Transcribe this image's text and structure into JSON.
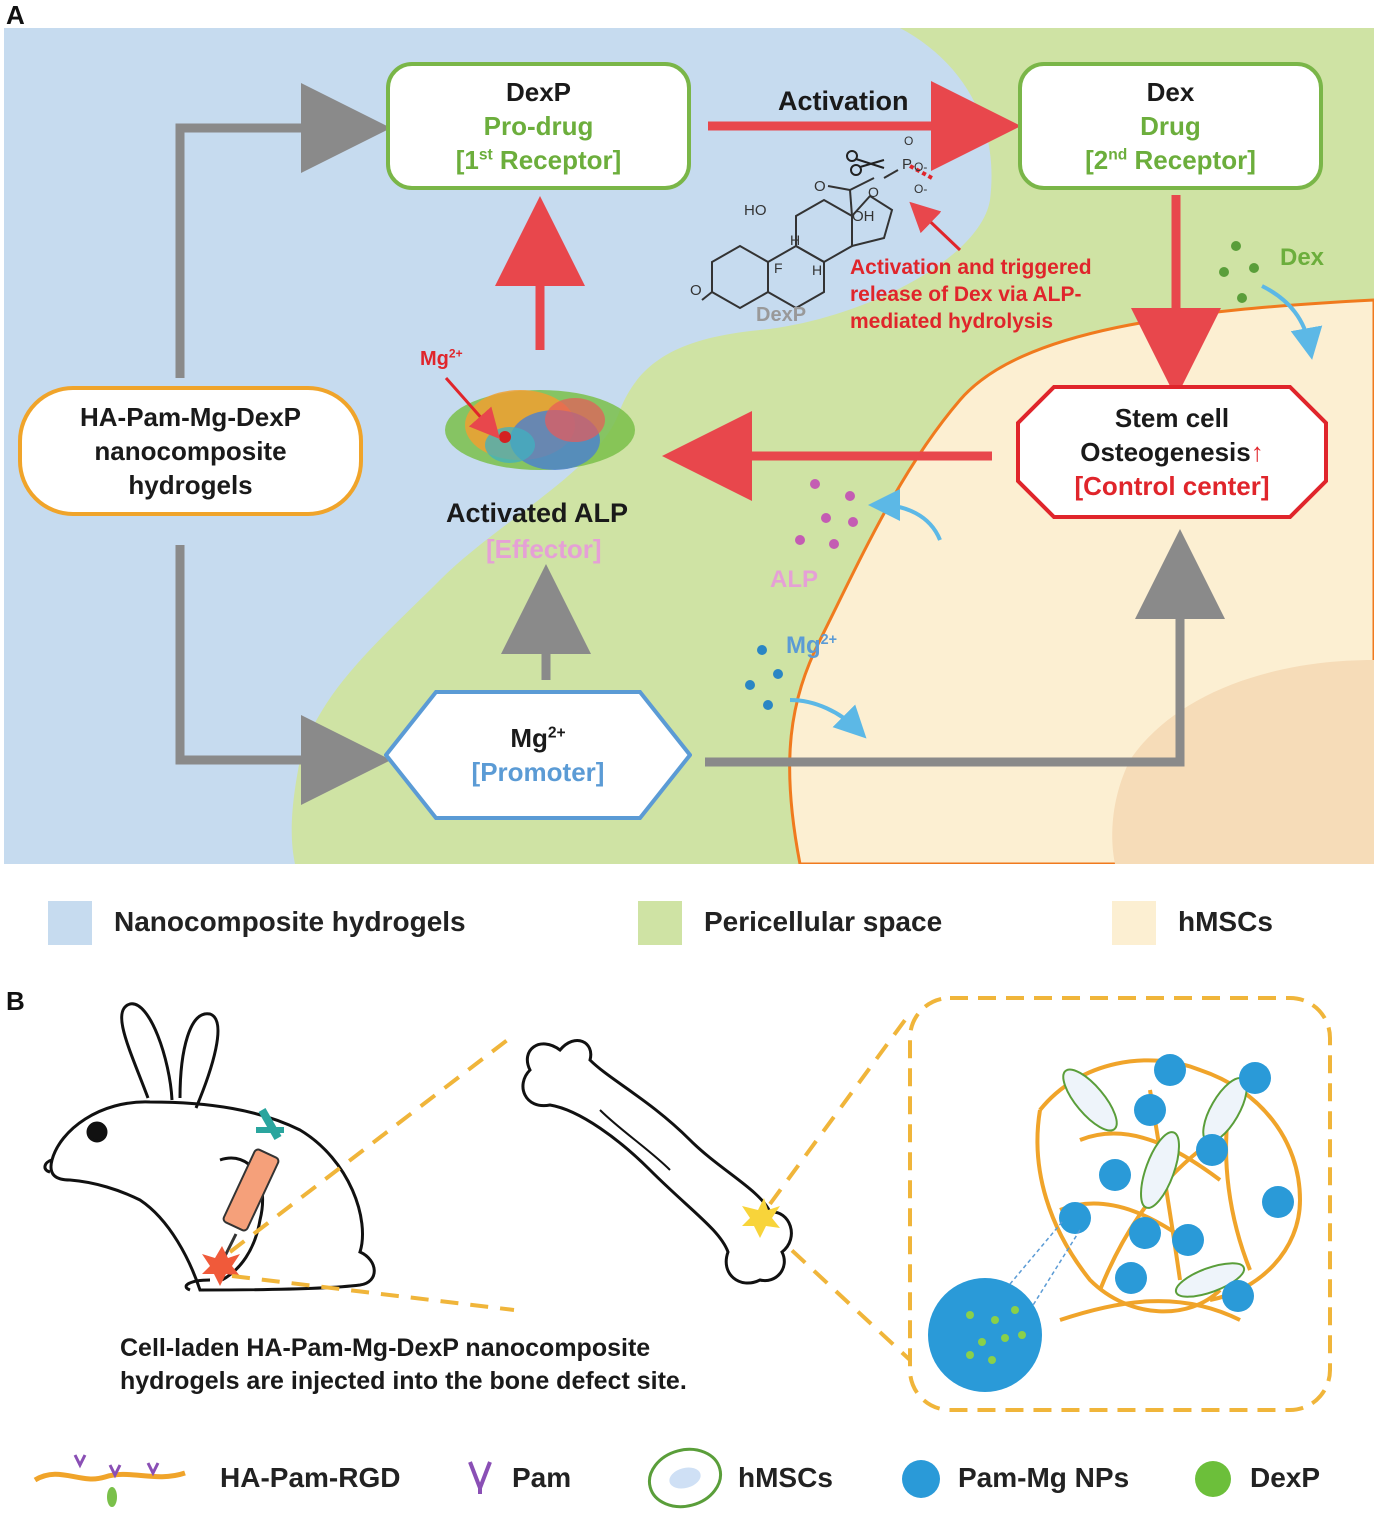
{
  "panel_a": {
    "label": "A",
    "hydrogel_box": {
      "line1": "HA-Pam-Mg-DexP",
      "line2": "nanocomposite",
      "line3": "hydrogels"
    },
    "dexp_box": {
      "title": "DexP",
      "subtitle": "Pro-drug",
      "role_prefix": "[1",
      "role_sup": "st",
      "role_suffix": " Receptor]"
    },
    "dex_box": {
      "title": "Dex",
      "subtitle": "Drug",
      "role_prefix": "[2",
      "role_sup": "nd",
      "role_suffix": " Receptor]"
    },
    "activation_label": "Activation",
    "molecule": {
      "name": "DexP",
      "ho": "HO",
      "oh": "OH",
      "f": "F",
      "h1": "H",
      "h2": "H",
      "o_ketone": "O",
      "o_side": "O",
      "o_ester": "O",
      "p": "P",
      "o_minus1": "O-",
      "o_minus2": "O-",
      "o_double": "O"
    },
    "annotation": {
      "line1": "Activation  and triggered",
      "line2": "release of Dex via ALP-",
      "line3": "mediated hydrolysis"
    },
    "stem_cell_box": {
      "line1": "Stem cell",
      "line2": "Osteogenesis",
      "arrow_up": "↑",
      "line3": "[Control center]"
    },
    "alp": {
      "mg_label": "Mg",
      "mg_sup": "2+",
      "title": "Activated ALP",
      "role": "[Effector]",
      "particles_label": "ALP"
    },
    "promoter": {
      "title": "Mg",
      "title_sup": "2+",
      "role": "[Promoter]"
    },
    "dex_particles_label": "Dex",
    "mg_particles_label": "Mg",
    "mg_particles_sup": "2+"
  },
  "legend_a": [
    {
      "label": "Nanocomposite hydrogels",
      "color": "#c6dbef"
    },
    {
      "label": "Pericellular space",
      "color": "#cfe3a4"
    },
    {
      "label": "hMSCs",
      "color": "#fcefd2"
    }
  ],
  "panel_b": {
    "label": "B",
    "caption": {
      "line1": "Cell-laden   HA-Pam-Mg-DexP   nanocomposite",
      "line2": "hydrogels are injected into the bone defect site."
    }
  },
  "legend_b": [
    {
      "label": "HA-Pam-RGD",
      "icon": "polymer-chain-icon"
    },
    {
      "label": "Pam",
      "icon": "pam-icon"
    },
    {
      "label": "hMSCs",
      "icon": "cell-icon"
    },
    {
      "label": "Pam-Mg NPs",
      "icon": "nanoparticle-icon"
    },
    {
      "label": "DexP",
      "icon": "dexp-dot-icon"
    }
  ],
  "colors": {
    "hydrogel_blue": "#c6dbef",
    "pericellular_green": "#cfe3a4",
    "hmsc_cream": "#fcefd2",
    "red_arrow": "#e8474c",
    "gray_arrow": "#8a8a8a",
    "green_text": "#6cae3c",
    "red_text": "#e0252b",
    "blue_text": "#5b9bd5",
    "pink_text": "#e5a0d6",
    "orange_line": "#f0a42a"
  }
}
